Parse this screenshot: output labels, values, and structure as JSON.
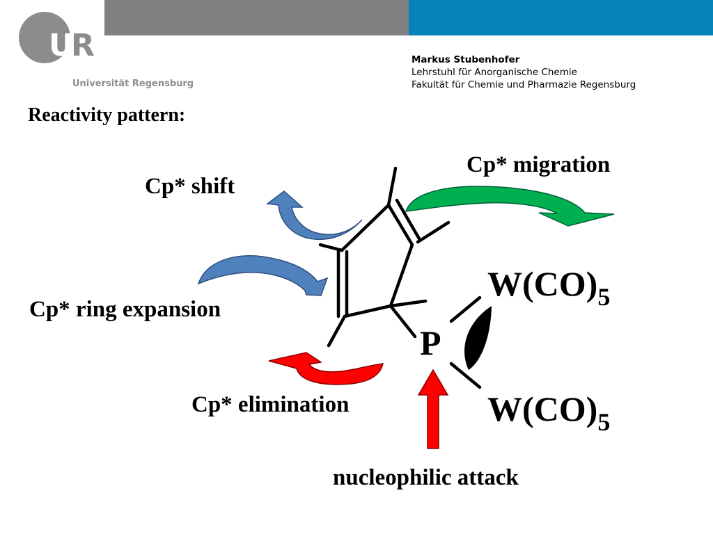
{
  "header": {
    "university": "Universität Regensburg",
    "logo_letters": "UR",
    "author": "Markus Stubenhofer",
    "chair": "Lehrstuhl für Anorganische Chemie",
    "faculty": "Fakultät für Chemie und Pharmazie Regensburg",
    "colors": {
      "gray_bar": "#808080",
      "blue_bar": "#0484b9",
      "logo_gray": "#8c8c8c"
    }
  },
  "slide": {
    "title": "Reactivity pattern:"
  },
  "diagram": {
    "labels": {
      "cp_shift": "Cp* shift",
      "cp_migration": "Cp* migration",
      "cp_ring_expansion": "Cp* ring expansion",
      "cp_elimination": "Cp* elimination",
      "nucleophilic_attack": "nucleophilic attack"
    },
    "phosphorus": "P",
    "w_co_top": {
      "main": "W(CO)",
      "sub": "5"
    },
    "w_co_bottom": {
      "main": "W(CO)",
      "sub": "5"
    },
    "arrow_colors": {
      "blue": "#4f81bd",
      "dark_blue": "#3a6a9e",
      "green": "#00b050",
      "red": "#ff0000"
    },
    "icons": [
      "cp-star-ring",
      "curved-arrow",
      "straight-arrow"
    ]
  }
}
